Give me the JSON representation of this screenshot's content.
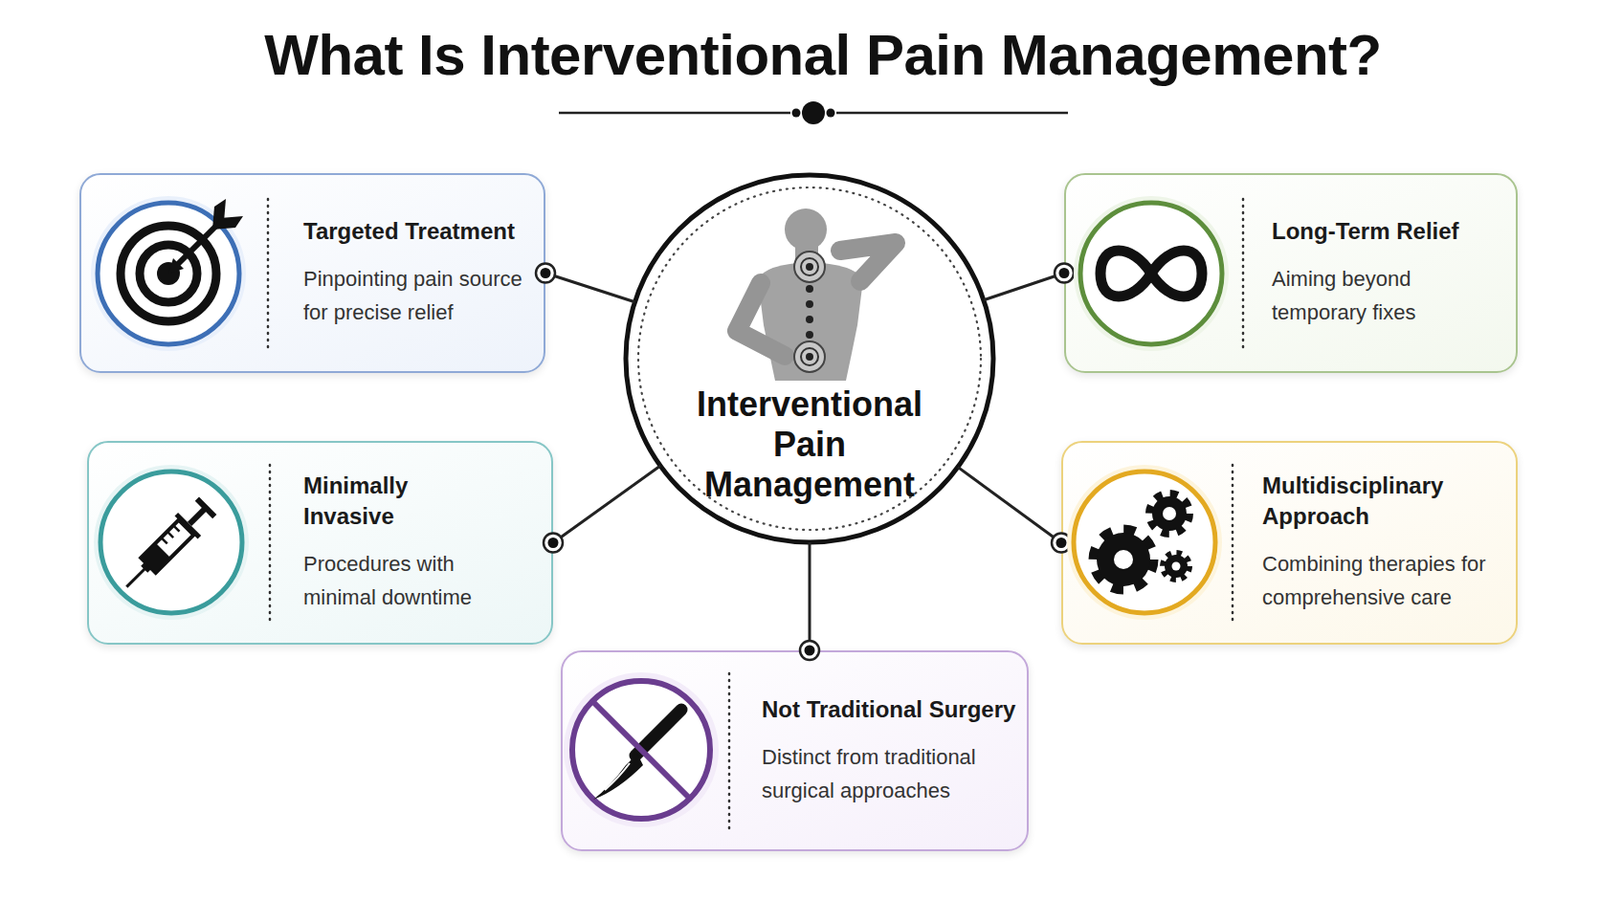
{
  "diagram": {
    "title": "What Is Interventional Pain Management?",
    "nodes": [
      {
        "text": [
          "Interventional Pain Management"
        ]
      },
      {
        "text": [
          "Targeted Treatment",
          "Pinpointing pain source for precise relief"
        ]
      },
      {
        "text": [
          "Long-Term Relief",
          "Aiming beyond temporary fixes"
        ]
      },
      {
        "text": [
          "Minimally Invasive",
          "Procedures with minimal downtime"
        ]
      },
      {
        "text": [
          "Multidisciplinary Approach",
          "Combining therapies for comprehensive care"
        ]
      },
      {
        "text": [
          "Not Traditional Surgery",
          "Distinct from traditional surgical approaches"
        ]
      }
    ],
    "edges": [
      {
        "from": 0,
        "to": 1,
        "arrow": "none"
      },
      {
        "from": 0,
        "to": 2,
        "arrow": "none"
      },
      {
        "from": 0,
        "to": 3,
        "arrow": "none"
      },
      {
        "from": 0,
        "to": 4,
        "arrow": "none"
      },
      {
        "from": 0,
        "to": 5,
        "arrow": "none"
      }
    ]
  }
}
